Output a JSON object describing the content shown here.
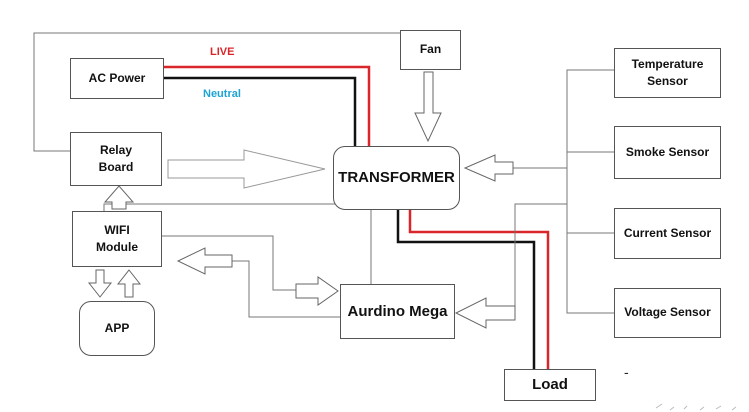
{
  "blocks": {
    "ac_power": "AC Power",
    "relay_board": "Relay\nBoard",
    "wifi_module": "WIFI\nModule",
    "app": "APP",
    "fan": "Fan",
    "transformer": "TRANSFORMER",
    "arduino_mega": "Aurdino Mega",
    "load": "Load",
    "temperature_sensor": "Temperature\nSensor",
    "smoke_sensor": "Smoke Sensor",
    "current_sensor": "Current Sensor",
    "voltage_sensor": "Voltage Sensor"
  },
  "wires": {
    "live_label": "LIVE",
    "neutral_label": "Neutral"
  },
  "colors": {
    "live": "#d9262a",
    "neutral": "#1fa3d4",
    "neutral_wire": "#111111",
    "connector": "#777777",
    "arrow_outline": "#666666"
  },
  "stray_mark": "-"
}
